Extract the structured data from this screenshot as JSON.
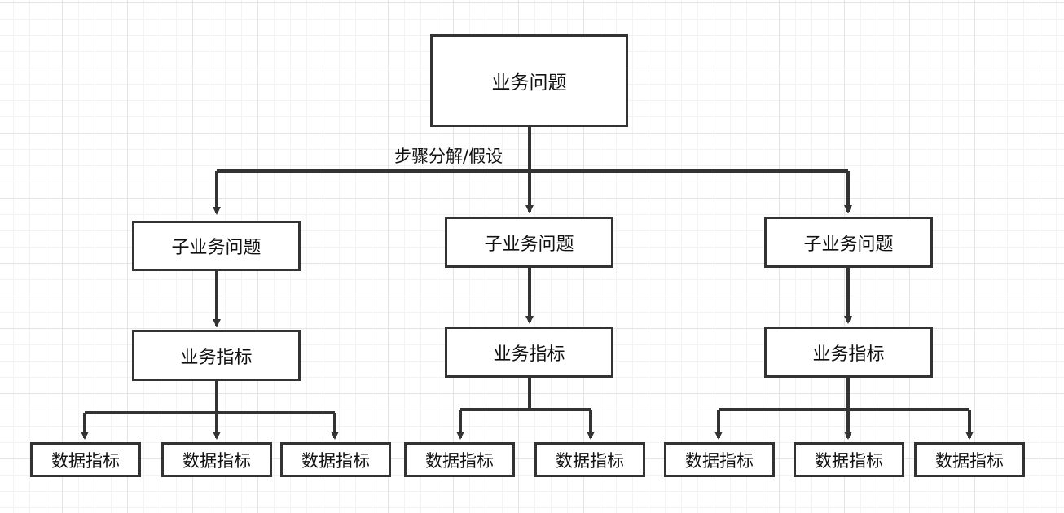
{
  "diagram": {
    "root": {
      "label": "业务问题"
    },
    "edge_label": "步骤分解/假设",
    "branches": [
      {
        "sub_problem": "子业务问题",
        "metric": "业务指标",
        "data_metrics": [
          "数据指标",
          "数据指标",
          "数据指标"
        ]
      },
      {
        "sub_problem": "子业务问题",
        "metric": "业务指标",
        "data_metrics": [
          "数据指标",
          "数据指标"
        ]
      },
      {
        "sub_problem": "子业务问题",
        "metric": "业务指标",
        "data_metrics": [
          "数据指标",
          "数据指标",
          "数据指标"
        ]
      }
    ]
  },
  "colors": {
    "stroke": "#333333",
    "text": "#111111",
    "grid_major": "#e4e4e4",
    "grid_minor": "#f3f3f3"
  }
}
